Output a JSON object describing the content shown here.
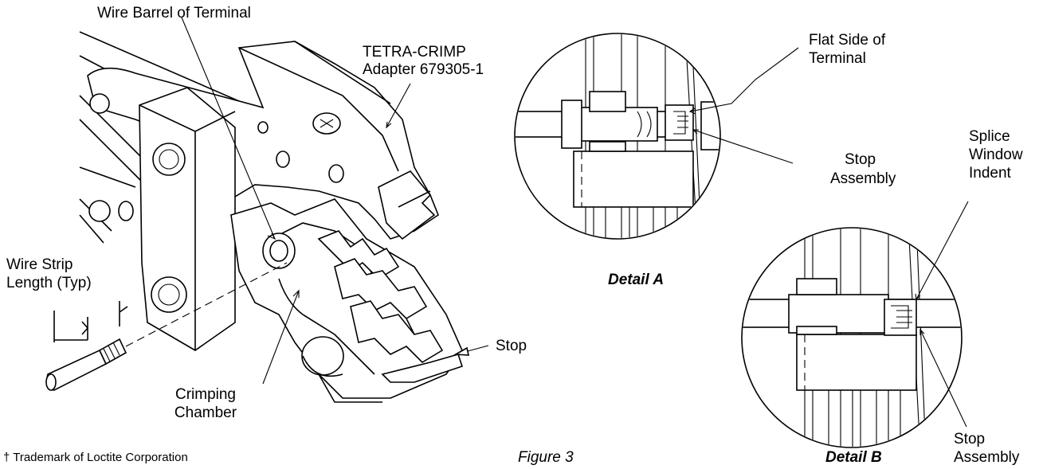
{
  "labels": {
    "wire_barrel": "Wire Barrel of Terminal",
    "tetra_crimp_line1": "TETRA-CRIMP",
    "tetra_crimp_line2": "Adapter 679305-1",
    "wire_strip_line1": "Wire Strip",
    "wire_strip_line2": "Length (Typ)",
    "crimping_line1": "Crimping",
    "crimping_line2": "Chamber",
    "stop": "Stop",
    "flat_side_line1": "Flat Side of",
    "flat_side_line2": "Terminal",
    "stop_assembly_a_line1": "Stop",
    "stop_assembly_a_line2": "Assembly",
    "detail_a": "Detail A",
    "splice_line1": "Splice",
    "splice_line2": "Window",
    "splice_line3": "Indent",
    "stop_assembly_b_line1": "Stop",
    "stop_assembly_b_line2": "Assembly",
    "detail_b": "Detail B"
  },
  "footnote": "† Trademark of Loctite Corporation",
  "figure_caption": "Figure 3"
}
